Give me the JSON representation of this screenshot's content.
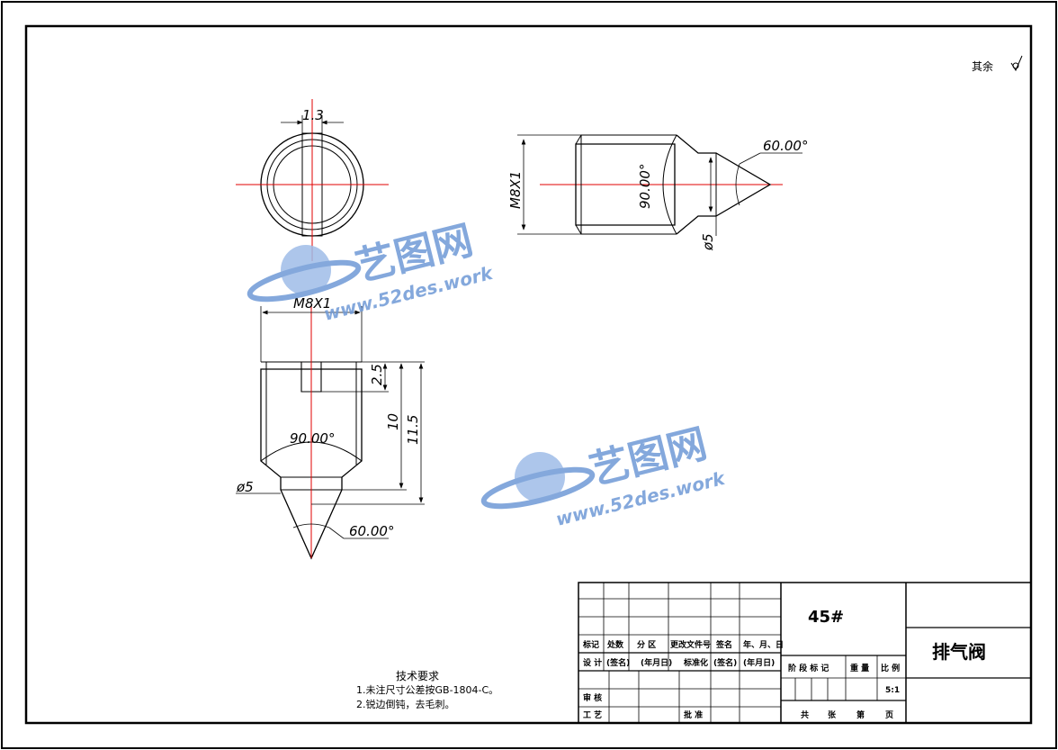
{
  "roughness_note": "其余",
  "dims": {
    "top_view_width": "1.3",
    "side_thread": "M8X1",
    "side_angle_90": "90.00°",
    "side_angle_60": "60.00°",
    "side_dia": "ø5",
    "front_thread": "M8X1",
    "front_slot_depth": "2.5",
    "front_len_10": "10",
    "front_len_11_5": "11.5",
    "front_angle_90": "90.00°",
    "front_dia": "ø5",
    "front_angle_60": "60.00°"
  },
  "watermark": {
    "brand": "艺图网",
    "url": "www.52des.work",
    "color": "#6f9ad6"
  },
  "tech_requirements": {
    "title": "技术要求",
    "items": [
      "1.未注尺寸公差按GB-1804-C。",
      "2.锐边倒钝，去毛刺。"
    ]
  },
  "title_block": {
    "material": "45#",
    "part_name": "排气阀",
    "row_revision": [
      "标记",
      "处数",
      "分 区",
      "更改文件号",
      "签名",
      "年、月、日"
    ],
    "row_design": [
      "设 计",
      "(签名)",
      "(年月日)",
      "标准化",
      "(签名)",
      "(年月日)"
    ],
    "row_review": "审 核",
    "row_process": "工 艺",
    "row_approve": "批 准",
    "stage_headers": [
      "阶 段 标 记",
      "重 量",
      "比 例"
    ],
    "scale": "5:1",
    "sheets": [
      "共",
      "张",
      "第",
      "页"
    ]
  }
}
